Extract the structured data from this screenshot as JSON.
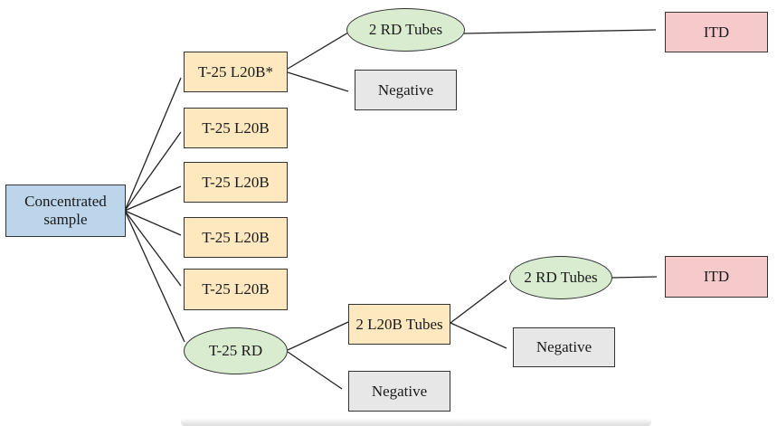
{
  "nodes": {
    "sample": "Concentrated\nsample",
    "flask1": "T-25 L20B*",
    "flask2": "T-25 L20B",
    "flask3": "T-25 L20B",
    "flask4": "T-25 L20B",
    "flask5": "T-25 L20B",
    "rd_flask": "T-25 RD",
    "rd_tubes_top": "2 RD Tubes",
    "neg_top": "Negative",
    "itd_top": "ITD",
    "l20b_tubes": "2 L20B Tubes",
    "neg_bottom": "Negative",
    "rd_tubes_bottom": "2 RD Tubes",
    "neg_mid": "Negative",
    "itd_bottom": "ITD"
  },
  "colors": {
    "sample": "#bcd5ea",
    "l20b": "#fde8bf",
    "rd": "#d9ecd0",
    "negative": "#e7e7e7",
    "itd": "#f6c9cb",
    "line": "#222222"
  }
}
